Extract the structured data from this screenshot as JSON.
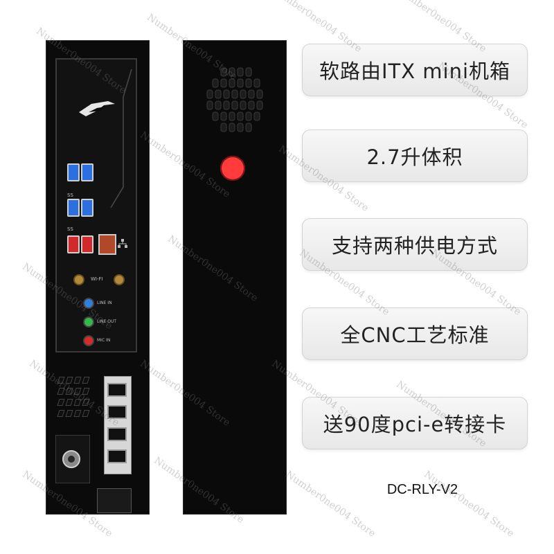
{
  "features": [
    {
      "text": "软路由ITX mini机箱"
    },
    {
      "text": "2.7升体积"
    },
    {
      "text": "支持两种供电方式"
    },
    {
      "text": "全CNC工艺标准"
    },
    {
      "text": "送90度pci-e转接卡"
    }
  ],
  "model": "DC-RLY-V2",
  "rear_panel": {
    "wifi_label": "WI-FI",
    "audio_labels": [
      "LINE IN",
      "LINE OUT",
      "MIC IN"
    ],
    "usb_label": "SS"
  },
  "watermark": "Number0ne004 Store",
  "colors": {
    "background": "#ffffff",
    "case": "#0a0a0a",
    "power_button": "#ff3b3b",
    "usb3": "#2c6fe0",
    "usb_red": "#d22a2a",
    "pill_text": "#222222"
  },
  "icons": [
    "rog-logo-icon",
    "honeycomb-vent-icon",
    "power-button-icon",
    "ethernet-port-icon",
    "usb-port-icon",
    "audio-jack-icon",
    "wifi-antenna-icon",
    "dc-power-jack-icon"
  ]
}
